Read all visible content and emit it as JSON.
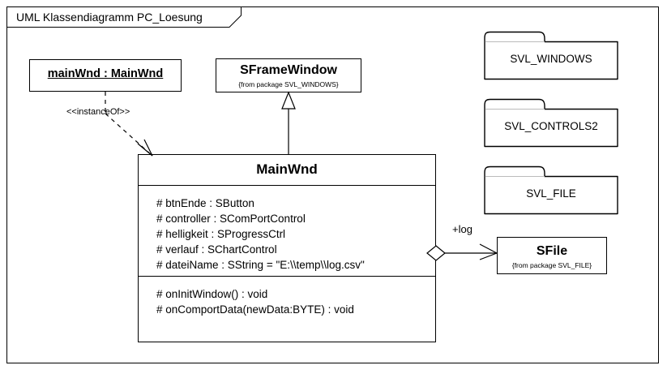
{
  "diagram": {
    "frame_title": "UML Klassendiagramm PC_Loesung",
    "background": "#ffffff",
    "line_color": "#000000"
  },
  "object_instance": {
    "name": "mainWnd : MainWnd"
  },
  "classes": {
    "sframewindow": {
      "name": "SFrameWindow",
      "package_note": "{from package SVL_WINDOWS}"
    },
    "mainwnd": {
      "name": "MainWnd",
      "attributes": [
        "# btnEnde : SButton",
        "# controller : SComPortControl",
        "# helligkeit : SProgressCtrl",
        "# verlauf : SChartControl",
        "# dateiName : SString = \"E:\\\\temp\\\\log.csv\""
      ],
      "operations": [
        "# onInitWindow() : void",
        "# onComportData(newData:BYTE) : void"
      ]
    },
    "sfile": {
      "name": "SFile",
      "package_note": "{from package SVL_FILE}"
    }
  },
  "packages": [
    {
      "name": "SVL_WINDOWS"
    },
    {
      "name": "SVL_CONTROLS2"
    },
    {
      "name": "SVL_FILE"
    }
  ],
  "relationships": {
    "instance_of": {
      "stereotype": "<<instanceOf>>",
      "from": "mainWnd : MainWnd",
      "to": "MainWnd",
      "style": "dashed-arrow"
    },
    "generalization": {
      "from": "MainWnd",
      "to": "SFrameWindow",
      "style": "hollow-triangle"
    },
    "aggregation": {
      "role_label": "+log",
      "from": "MainWnd",
      "to": "SFile",
      "style": "hollow-diamond-open-arrow"
    }
  }
}
